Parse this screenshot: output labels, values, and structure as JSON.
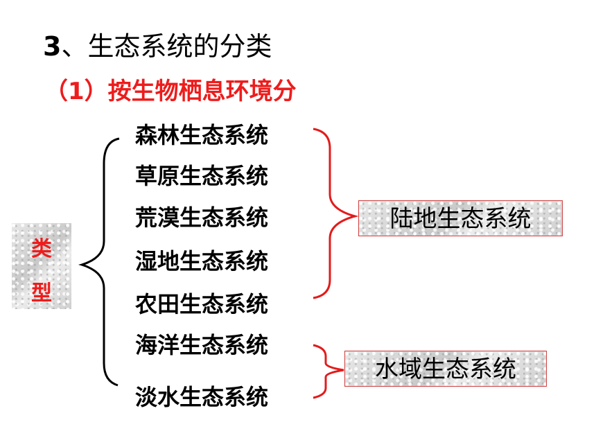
{
  "title": {
    "number": "3",
    "text": "、生态系统的分类"
  },
  "subtitle": "（1）按生物栖息环境分",
  "type_label": [
    "类",
    "型"
  ],
  "ecosystems": [
    "森林生态系统",
    "草原生态系统",
    "荒漠生态系统",
    "湿地生态系统",
    "农田生态系统",
    "海洋生态系统",
    "淡水生态系统"
  ],
  "categories": {
    "land": "陆地生态系统",
    "water": "水域生态系统"
  },
  "colors": {
    "accent_red": "#ee1c1c",
    "brace_red": "#e31b1b",
    "text": "#000000"
  }
}
